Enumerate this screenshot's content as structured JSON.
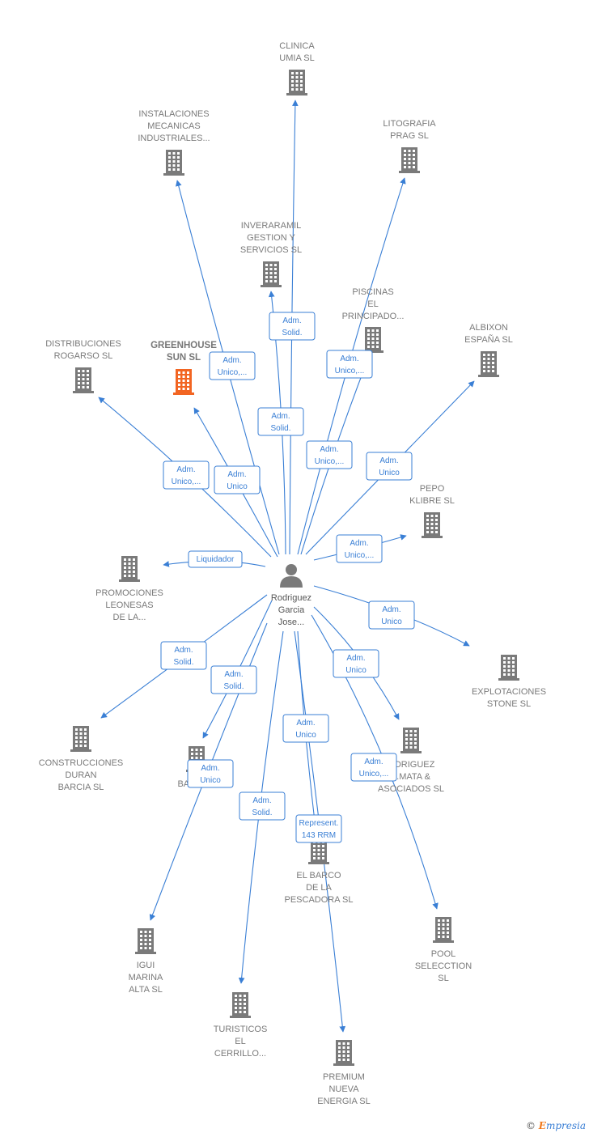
{
  "colors": {
    "edge": "#3a7fd5",
    "building": "#7a7a7a",
    "focus_building": "#f26522",
    "person": "#7a7a7a"
  },
  "person": {
    "icon": "person-icon",
    "label": [
      "Rodriguez",
      "Garcia",
      "Jose..."
    ]
  },
  "companies": [
    {
      "id": "clinica",
      "label": [
        "CLINICA",
        "UMIA SL"
      ],
      "focus": false
    },
    {
      "id": "instalaciones",
      "label": [
        "INSTALACIONES",
        "MECANICAS",
        "INDUSTRIALES..."
      ],
      "focus": false
    },
    {
      "id": "litografia",
      "label": [
        "LITOGRAFIA",
        "PRAG SL"
      ],
      "focus": false
    },
    {
      "id": "inveraramil",
      "label": [
        "INVERARAMIL",
        "GESTION Y",
        "SERVICIOS  SL"
      ],
      "focus": false
    },
    {
      "id": "piscinas",
      "label": [
        "PISCINAS",
        "EL",
        "PRINCIPADO..."
      ],
      "focus": false
    },
    {
      "id": "albixon",
      "label": [
        "ALBIXON",
        "ESPAÑA SL"
      ],
      "focus": false
    },
    {
      "id": "distribuciones",
      "label": [
        "DISTRIBUCIONES",
        "ROGARSO SL"
      ],
      "focus": false
    },
    {
      "id": "greenhouse",
      "label": [
        "GREENHOUSE",
        "SUN  SL"
      ],
      "focus": true
    },
    {
      "id": "pepo",
      "label": [
        "PEPO",
        "KLIBRE  SL"
      ],
      "focus": false
    },
    {
      "id": "promociones",
      "label": [
        "PROMOCIONES",
        "LEONESAS",
        "DE LA..."
      ],
      "focus": false
    },
    {
      "id": "explotaciones",
      "label": [
        "EXPLOTACIONES",
        "STONE  SL"
      ],
      "focus": false
    },
    {
      "id": "construcciones",
      "label": [
        "CONSTRUCCIONES",
        "DURAN",
        "BARCIA SL"
      ],
      "focus": false
    },
    {
      "id": "badar",
      "label": [
        "BADAR..."
      ],
      "focus": false
    },
    {
      "id": "rodriguez",
      "label": [
        "...DRIGUEZ",
        "...MATA &",
        "ASOCIADOS SL"
      ],
      "focus": false
    },
    {
      "id": "elbarco",
      "label": [
        "EL BARCO",
        "DE LA",
        "PESCADORA SL"
      ],
      "focus": false
    },
    {
      "id": "pool",
      "label": [
        "POOL",
        "SELECCTION",
        "SL"
      ],
      "focus": false
    },
    {
      "id": "igui",
      "label": [
        "IGUI",
        "MARINA",
        "ALTA SL"
      ],
      "focus": false
    },
    {
      "id": "turisticos",
      "label": [
        "TURISTICOS",
        "EL",
        "CERRILLO..."
      ],
      "focus": false
    },
    {
      "id": "premium",
      "label": [
        "PREMIUM",
        "NUEVA",
        "ENERGIA  SL"
      ],
      "focus": false
    }
  ],
  "edges": [
    {
      "to": "clinica",
      "label": [
        "Adm.",
        "Solid."
      ]
    },
    {
      "to": "instalaciones",
      "label": [
        "Adm.",
        "Unico,..."
      ]
    },
    {
      "to": "litografia",
      "label": [
        "Adm.",
        "Unico,..."
      ]
    },
    {
      "to": "inveraramil",
      "label": [
        "Adm.",
        "Solid."
      ]
    },
    {
      "to": "piscinas",
      "label": [
        "Adm.",
        "Unico,..."
      ]
    },
    {
      "to": "albixon",
      "label": [
        "Adm.",
        "Unico"
      ]
    },
    {
      "to": "distribuciones",
      "label": [
        "Adm.",
        "Unico,..."
      ]
    },
    {
      "to": "greenhouse",
      "label": [
        "Adm.",
        "Unico"
      ]
    },
    {
      "to": "pepo",
      "label": [
        "Adm.",
        "Unico,..."
      ]
    },
    {
      "to": "promociones",
      "label": [
        "Liquidador"
      ]
    },
    {
      "to": "explotaciones",
      "label": [
        "Adm.",
        "Unico"
      ]
    },
    {
      "to": "construcciones",
      "label": [
        "Adm.",
        "Solid."
      ]
    },
    {
      "to": "badar",
      "label": [
        "Adm.",
        "Solid."
      ]
    },
    {
      "to": "rodriguez",
      "label": [
        "Adm.",
        "Unico"
      ]
    },
    {
      "to": "elbarco",
      "label": [
        "Adm.",
        "Unico"
      ]
    },
    {
      "to": "pool",
      "label": [
        "Adm.",
        "Unico,..."
      ]
    },
    {
      "to": "igui",
      "label": [
        "Adm.",
        "Unico"
      ]
    },
    {
      "to": "turisticos",
      "label": [
        "Adm.",
        "Solid."
      ]
    },
    {
      "to": "premium",
      "label": [
        "Represent.",
        "143 RRM"
      ]
    }
  ],
  "footer": {
    "copyright": "©",
    "brand_first": "E",
    "brand_rest": "mpresia"
  }
}
